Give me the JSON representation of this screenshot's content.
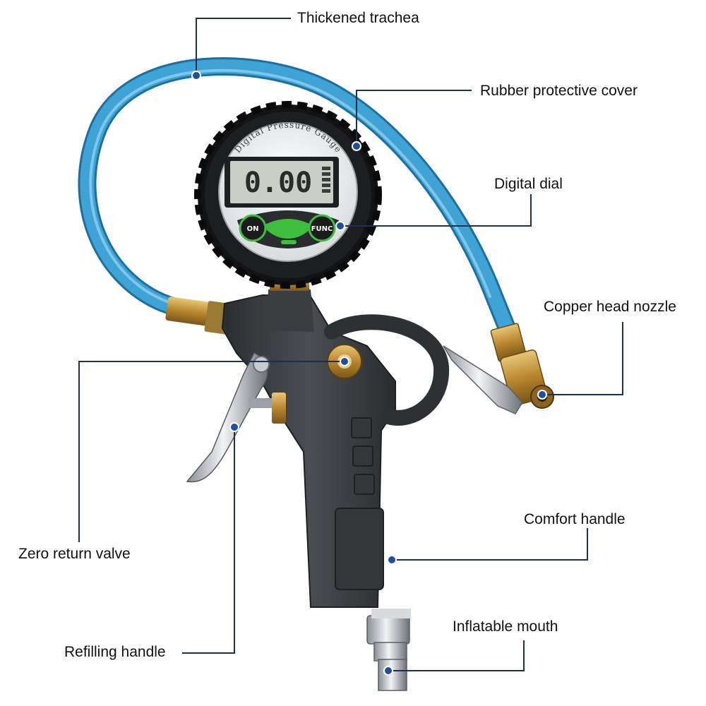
{
  "labels": {
    "thickened_trachea": "Thickened trachea",
    "rubber_protective_cover": "Rubber protective cover",
    "digital_dial": "Digital dial",
    "copper_head_nozzle": "Copper head nozzle",
    "comfort_handle": "Comfort handle",
    "zero_return_valve": "Zero return valve",
    "inflatable_mouth": "Inflatable mouth",
    "refilling_handle": "Refilling handle"
  },
  "gauge": {
    "face_text": "Digital Pressure Gauge",
    "reading": "0.00",
    "on_button": "ON",
    "func_button": "FUNC"
  },
  "colors": {
    "hose": "#3fa3d6",
    "leader_line": "#1f2f4f",
    "gun_body": "#3a3d40",
    "brass": "#c9a14a"
  }
}
